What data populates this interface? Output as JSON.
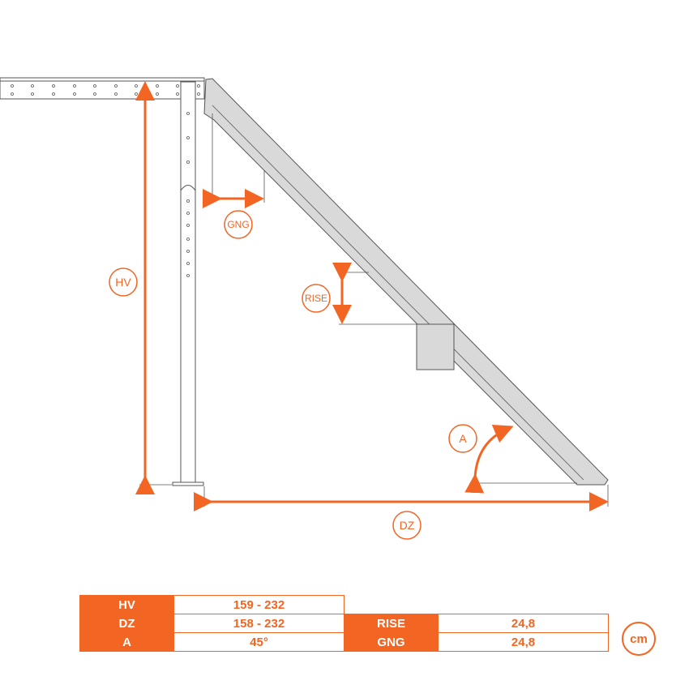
{
  "labels": {
    "hv": "HV",
    "gng": "GNG",
    "rise": "RISE",
    "a": "A",
    "dz": "DZ"
  },
  "table": {
    "rows": [
      {
        "label": "HV",
        "value": "159 - 232"
      },
      {
        "label": "DZ",
        "value": "158 - 232",
        "label2": "RISE",
        "value2": "24,8"
      },
      {
        "label": "A",
        "value": "45°",
        "label2": "GNG",
        "value2": "24,8"
      }
    ],
    "unit": "cm"
  },
  "colors": {
    "accent": "#f26522",
    "steel": "#d9d9d9",
    "line": "#555555"
  }
}
